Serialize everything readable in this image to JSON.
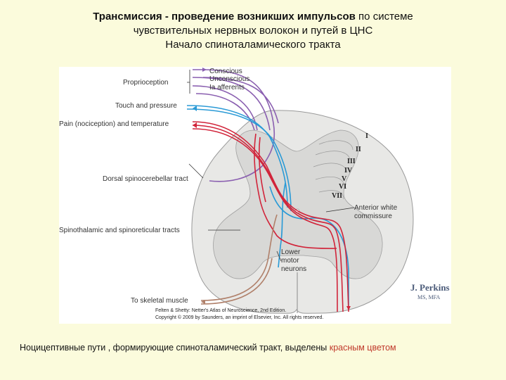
{
  "title": {
    "line1_bold": "Трансмиссия - проведение возникших импульсов",
    "line1_rest": " по системе",
    "line2": "чувствительных нервных волокон и путей в ЦНС",
    "line3": "Начало спиноталамического тракта"
  },
  "diagram": {
    "labels": {
      "proprioception": "Proprioception",
      "conscious": "Conscious",
      "unconscious": "Unconscious",
      "ia_afferents": "Ia afferents",
      "touch_pressure": "Touch and pressure",
      "pain_temperature": "Pain (nociception) and temperature",
      "dorsal_spinocerebellar": "Dorsal spinocerebellar tract",
      "spinothalamic": "Spinothalamic and spinoreticular tracts",
      "to_skeletal_muscle": "To skeletal muscle",
      "anterior_white_1": "Anterior white",
      "anterior_white_2": "commissure",
      "lower_motor_1": "Lower",
      "lower_motor_2": "motor",
      "lower_motor_3": "neurons"
    },
    "laminae": [
      "I",
      "II",
      "III",
      "IV",
      "V",
      "VI",
      "VII"
    ],
    "signature": "J. Perkins",
    "signature_sub": "MS, MFA",
    "credit_line1": "Felten & Shetty: Netter's Atlas of Neuroscience, 2nd Edition.",
    "credit_line2": "Copyright © 2009 by Saunders, an imprint of Elsevier, Inc. All rights reserved.",
    "colors": {
      "pain": "#d1243a",
      "touch": "#2a9ad6",
      "proprioception": "#8a5fb0",
      "motor": "#b0806a"
    }
  },
  "caption": {
    "main": "Ноцицептивные пути , формирующие спиноталамический тракт,  выделены ",
    "highlight": "красным цветом"
  }
}
